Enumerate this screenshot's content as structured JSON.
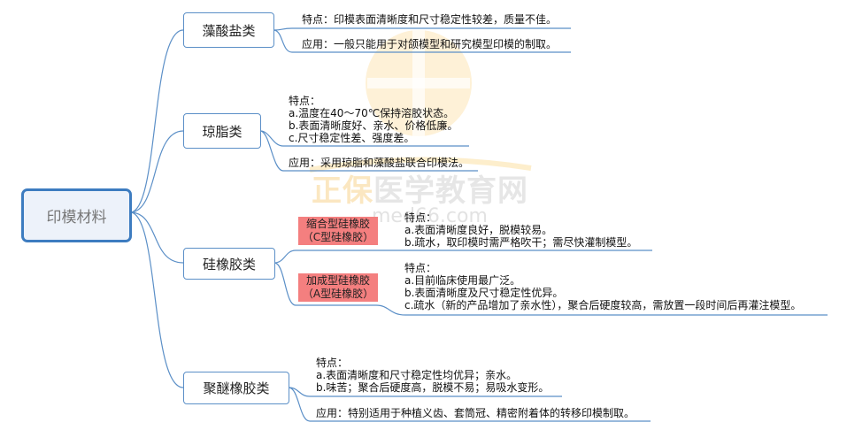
{
  "watermark": {
    "brand": "正保",
    "text": "医学教育网",
    "url": "med66.com"
  },
  "root": {
    "label": "印模材料"
  },
  "branches": [
    {
      "label": "藻酸盐类",
      "items": [
        "特点：印模表面清晰度和尺寸稳定性较差，质量不佳。",
        "应用：一般只能用于对颌模型和研究模型印模的制取。"
      ]
    },
    {
      "label": "琼脂类",
      "features": [
        "特点：",
        "a.温度在40～70℃保持溶胶状态。",
        "b.表面清晰度好、亲水、价格低廉。",
        "c.尺寸稳定性差、强度差。"
      ],
      "application": "应用：采用琼脂和藻酸盐联合印模法。"
    },
    {
      "label": "硅橡胶类",
      "subs": [
        {
          "label": [
            "缩合型硅橡胶",
            "（C型硅橡胶）"
          ],
          "features": [
            "特点：",
            "a.表面清晰度良好，脱模较易。",
            "b.疏水，取印模时需严格吹干；需尽快灌制模型。"
          ]
        },
        {
          "label": [
            "加成型硅橡胶",
            "（A型硅橡胶）"
          ],
          "features": [
            "特点：",
            "a.目前临床使用最广泛。",
            "b.表面清晰度及尺寸稳定性优异。",
            "c.疏水（新的产品增加了亲水性），聚合后硬度较高，需放置一段时间后再灌注模型。"
          ]
        }
      ]
    },
    {
      "label": "聚醚橡胶类",
      "features": [
        "特点：",
        "a.表面清晰度和尺寸稳定性均优异；亲水。",
        "b.味苦；聚合后硬度高，脱模不易；易吸水变形。"
      ],
      "application": "应用：特别适用于种植义齿、套筒冠、精密附着体的转移印模制取。"
    }
  ]
}
